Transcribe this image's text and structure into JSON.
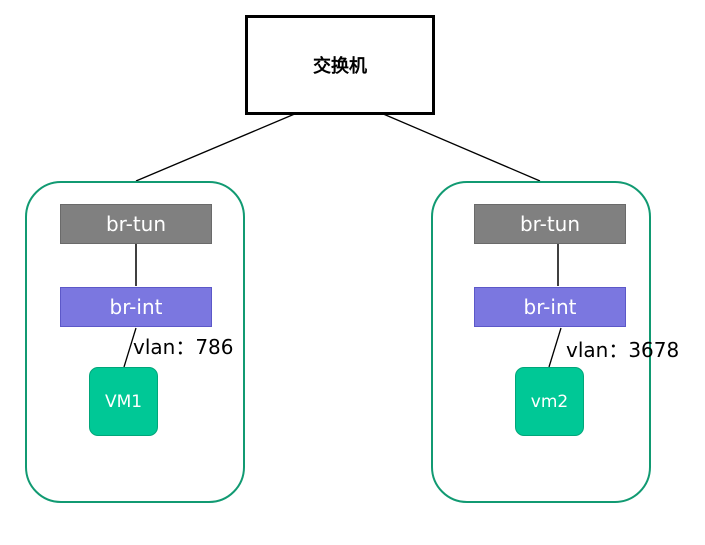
{
  "switch": {
    "label": "交换机"
  },
  "hosts": [
    {
      "br_tun": "br-tun",
      "br_int": "br-int",
      "vlan_label": "vlan：786",
      "vm": "VM1"
    },
    {
      "br_tun": "br-tun",
      "br_int": "br-int",
      "vlan_label": "vlan：3678",
      "vm": "vm2"
    }
  ],
  "colors": {
    "host_border": "#119a72",
    "br_tun": "#808080",
    "br_int": "#7b77e0",
    "vm": "#00c896",
    "line": "#000000"
  }
}
